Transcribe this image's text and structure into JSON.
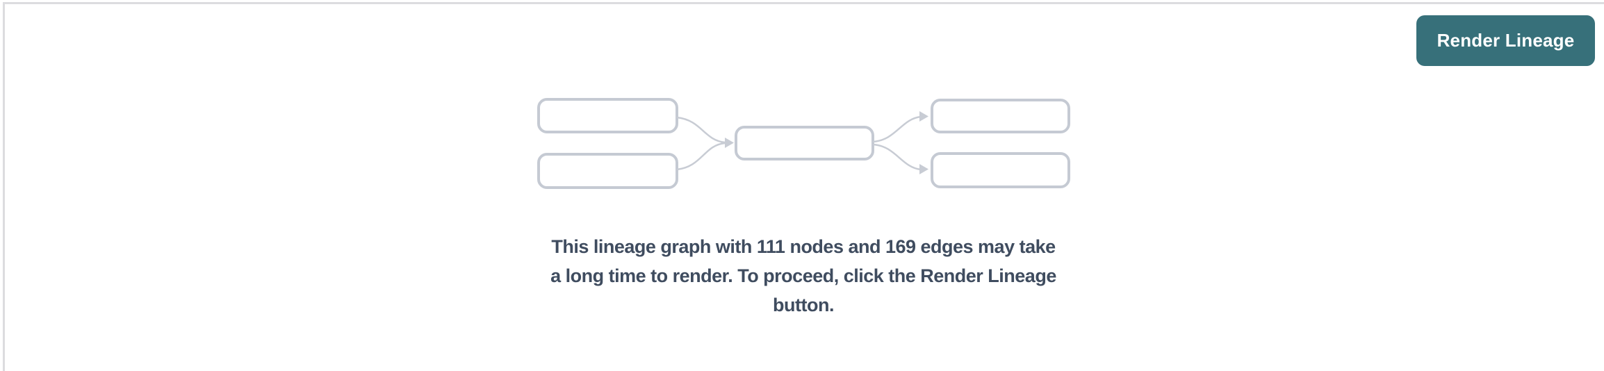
{
  "page": {
    "background_color": "#ffffff",
    "panel_border_color": "#dcdcdf"
  },
  "toolbar": {
    "render_button_label": "Render Lineage",
    "render_button_color": "#37707a",
    "render_button_text_color": "#ffffff"
  },
  "placeholder_graph": {
    "description": "empty lineage graph placeholder: 2 source nodes, 1 middle node, 2 target nodes connected by curved arrows",
    "node_box_count": 5,
    "box_border_color": "#c5cad3",
    "edge_color": "#c8ccd4"
  },
  "message": {
    "lines": [
      "This lineage graph with 111 nodes and 169 edges may take",
      "a long time to render. To proceed, click the Render Lineage",
      "button."
    ],
    "full_text": "This lineage graph with 111 nodes and 169 edges may take a long time to render. To proceed, click the Render Lineage button.",
    "node_count": "111",
    "edge_count": "169",
    "text_color": "#3f4c5f"
  }
}
